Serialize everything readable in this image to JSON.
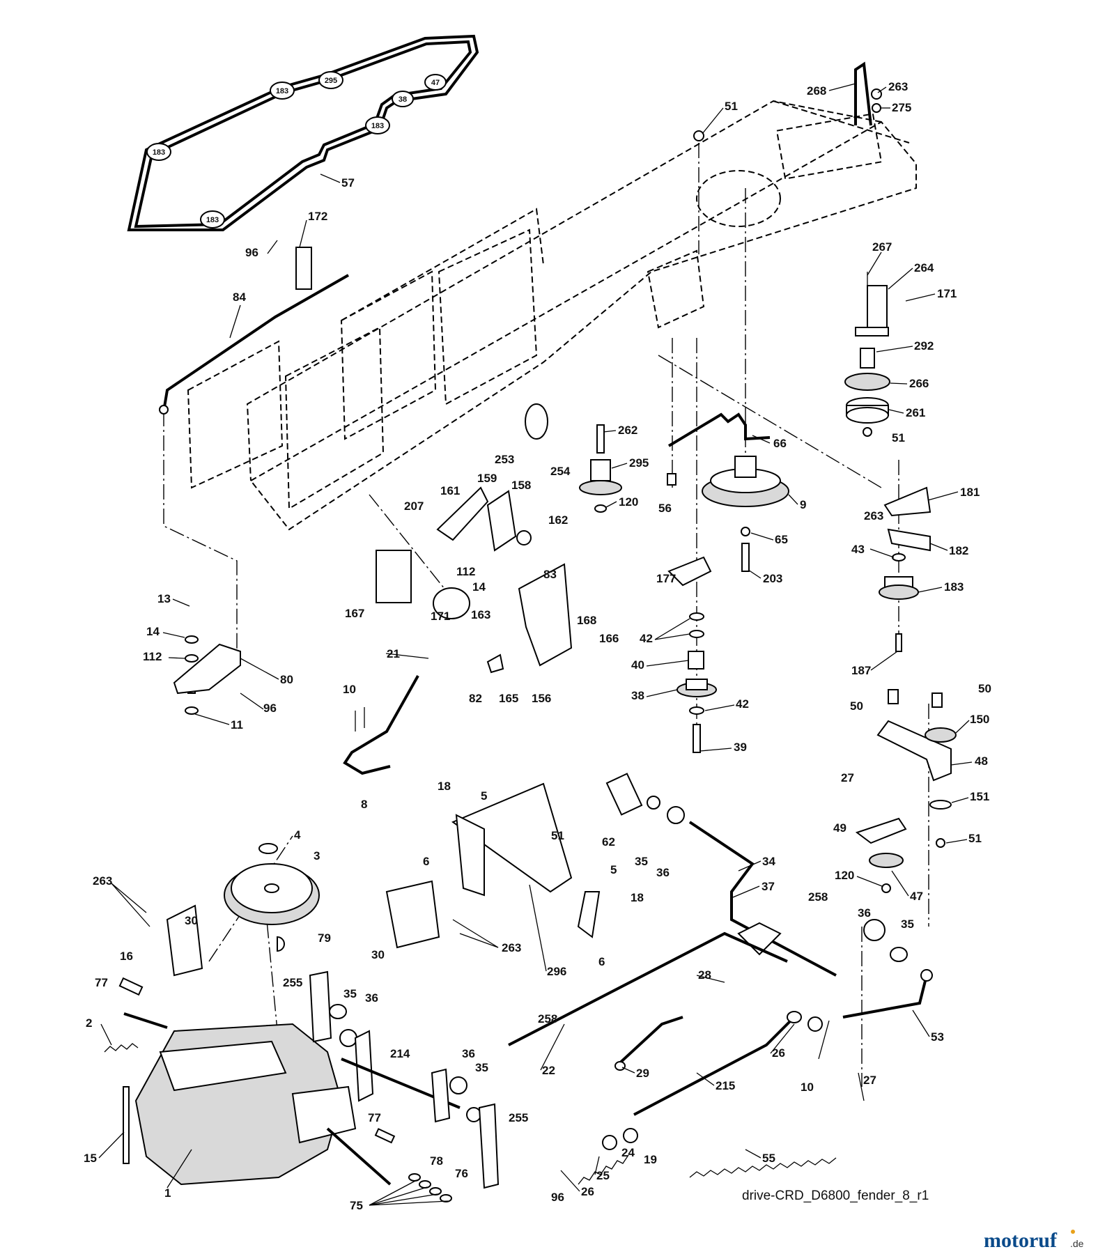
{
  "diagram": {
    "caption": "drive-CRD_D6800_fender_8_r1",
    "watermark": {
      "brand": "motoruf",
      "suffix": ".de",
      "brand_color": "#0a4a8a",
      "dot_color": "#e8a11a"
    },
    "belt_pulley_labels": [
      "183",
      "295",
      "47",
      "38",
      "183",
      "183",
      "183"
    ],
    "callouts": [
      "268",
      "263",
      "275",
      "51",
      "57",
      "172",
      "96",
      "84",
      "267",
      "264",
      "171",
      "292",
      "266",
      "261",
      "51",
      "262",
      "295",
      "253",
      "254",
      "120",
      "66",
      "56",
      "9",
      "161",
      "159",
      "158",
      "207",
      "162",
      "112",
      "14",
      "83",
      "163",
      "167",
      "171",
      "65",
      "203",
      "263",
      "181",
      "43",
      "182",
      "183",
      "177",
      "187",
      "42",
      "40",
      "38",
      "42",
      "39",
      "168",
      "166",
      "21",
      "82",
      "165",
      "156",
      "13",
      "14",
      "112",
      "80",
      "96",
      "11",
      "10",
      "8",
      "50",
      "50",
      "150",
      "48",
      "27",
      "151",
      "49",
      "51",
      "120",
      "47",
      "18",
      "5",
      "6",
      "51",
      "62",
      "35",
      "36",
      "34",
      "37",
      "4",
      "3",
      "263",
      "30",
      "16",
      "79",
      "5",
      "18",
      "6",
      "30",
      "263",
      "296",
      "258",
      "36",
      "35",
      "28",
      "77",
      "2",
      "255",
      "35",
      "36",
      "214",
      "36",
      "35",
      "255",
      "258",
      "22",
      "29",
      "26",
      "10",
      "215",
      "53",
      "27",
      "15",
      "1",
      "77",
      "78",
      "76",
      "75",
      "96",
      "26",
      "25",
      "24",
      "19",
      "55"
    ]
  }
}
